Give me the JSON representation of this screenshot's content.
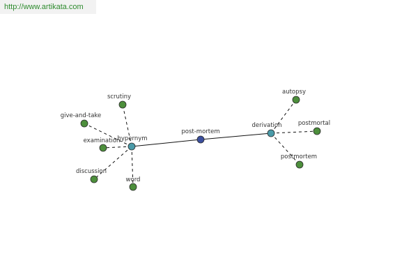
{
  "source": {
    "url_text": "http://www.artikata.com",
    "link_color": "#2e8b2e"
  },
  "colors": {
    "root_node": "#3b4f9e",
    "relation_node": "#4a9aa8",
    "term_node": "#4d8f3c"
  },
  "graph": {
    "nodes": [
      {
        "id": "post-mortem",
        "label": "post-mortem",
        "kind": "root"
      },
      {
        "id": "hypernym",
        "label": "hypernym",
        "kind": "relation"
      },
      {
        "id": "derivation",
        "label": "derivation",
        "kind": "relation"
      },
      {
        "id": "scrutiny",
        "label": "scrutiny",
        "kind": "term"
      },
      {
        "id": "give-and-take",
        "label": "give-and-take",
        "kind": "term"
      },
      {
        "id": "examination",
        "label": "examination",
        "kind": "term"
      },
      {
        "id": "discussion",
        "label": "discussion",
        "kind": "term"
      },
      {
        "id": "word",
        "label": "word",
        "kind": "term"
      },
      {
        "id": "autopsy",
        "label": "autopsy",
        "kind": "term"
      },
      {
        "id": "postmortal",
        "label": "postmortal",
        "kind": "term"
      },
      {
        "id": "postmortem",
        "label": "postmortem",
        "kind": "term"
      }
    ],
    "edges": [
      {
        "from": "hypernym",
        "to": "post-mortem",
        "style": "solid"
      },
      {
        "from": "post-mortem",
        "to": "derivation",
        "style": "solid"
      },
      {
        "from": "hypernym",
        "to": "scrutiny",
        "style": "dashed"
      },
      {
        "from": "hypernym",
        "to": "give-and-take",
        "style": "dashed"
      },
      {
        "from": "hypernym",
        "to": "examination",
        "style": "dashed"
      },
      {
        "from": "hypernym",
        "to": "discussion",
        "style": "dashed"
      },
      {
        "from": "hypernym",
        "to": "word",
        "style": "dashed"
      },
      {
        "from": "derivation",
        "to": "autopsy",
        "style": "dashed"
      },
      {
        "from": "derivation",
        "to": "postmortal",
        "style": "dashed"
      },
      {
        "from": "derivation",
        "to": "postmortem",
        "style": "dashed"
      }
    ]
  }
}
